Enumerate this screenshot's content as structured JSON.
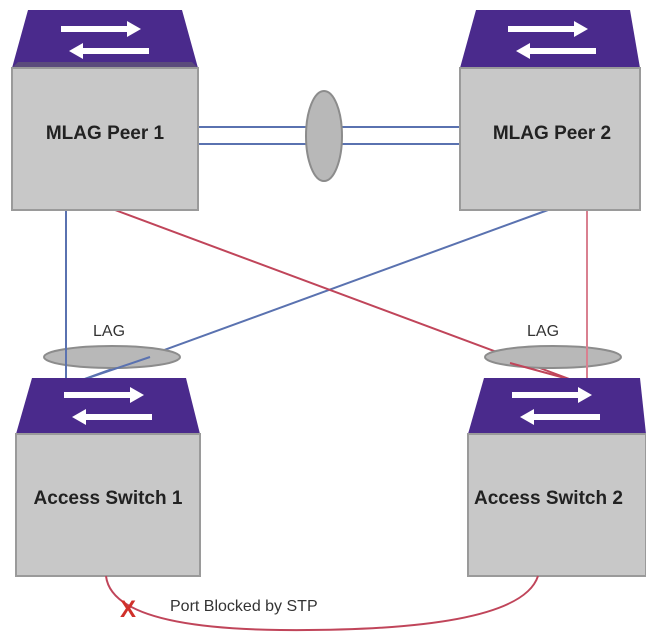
{
  "nodes": {
    "mlag_peer_1": "MLAG Peer 1",
    "mlag_peer_2": "MLAG Peer 2",
    "access_switch_1": "Access Switch 1",
    "access_switch_2": "Access Switch 2"
  },
  "lag_labels": {
    "left": "LAG",
    "right": "LAG"
  },
  "blocked_port": {
    "marker": "X",
    "label": "Port Blocked by STP"
  },
  "colors": {
    "switch_top": "#4a2a8c",
    "switch_body": "#c8c8c8",
    "switch_edge": "#9a9a9a",
    "blue_link": "#5a72b0",
    "red_link": "#c0455a",
    "pink_link": "#d98090",
    "lag_oval": "#b8b8b8",
    "blocked_marker": "#d0302a"
  }
}
